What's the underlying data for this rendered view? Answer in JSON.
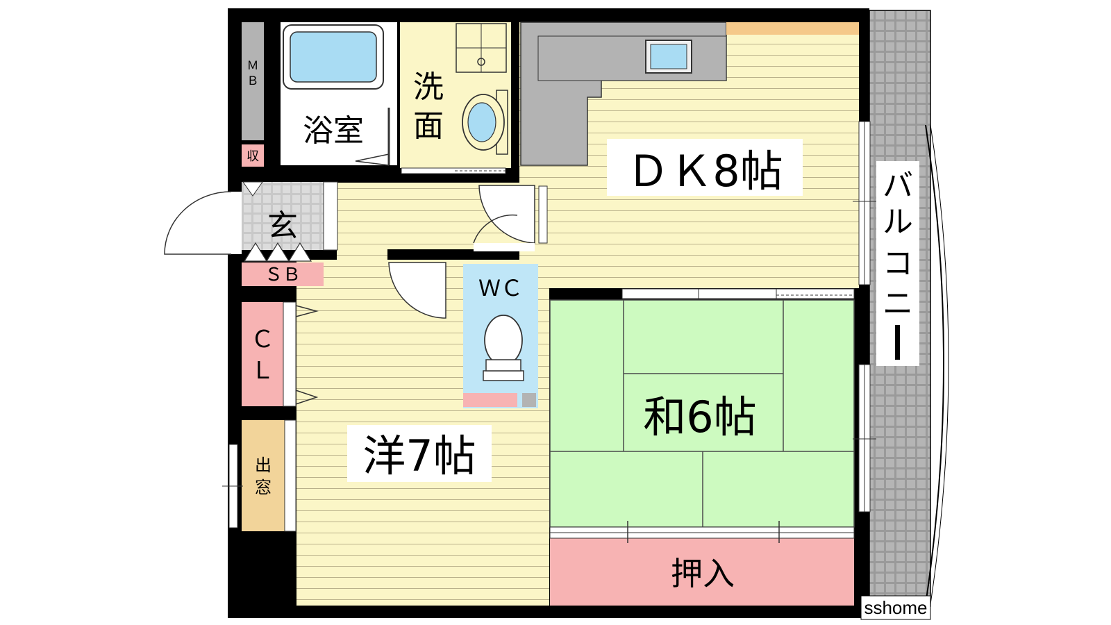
{
  "rooms": {
    "dk": "ＤＫ8帖",
    "western": "洋7帖",
    "japanese": "和6帖",
    "bath": "浴室",
    "washroom_top": "洗",
    "washroom_bottom": "面",
    "wc": "ＷＣ",
    "entrance": "玄",
    "shoe_box": "ＳＢ",
    "closet_top": "Ｃ",
    "closet_bottom": "Ｌ",
    "bay_window_top": "出",
    "bay_window_bottom": "窓",
    "meter_box_top": "Ｍ",
    "meter_box_bottom": "Ｂ",
    "storage": "収",
    "oshiire": "押入",
    "balcony": [
      "バ",
      "ル",
      "コ",
      "ニ",
      "ー"
    ]
  },
  "watermark": "sshome",
  "colors": {
    "wall": "#000000",
    "flooring": "#fbf6c7",
    "flooring_line": "#b8b08a",
    "tatami": "#cdfac0",
    "tatami_line": "#4a4a4a",
    "closet_pink": "#f7b3b3",
    "bath_white": "#ffffff",
    "bathtub_blue": "#a9dcf3",
    "wc_blue": "#bfe6f7",
    "counter_gray": "#b3b3b3",
    "wood_accent": "#f5c98a",
    "bay_window": "#f2d49a",
    "balcony_tile": "#9a9a9a"
  },
  "icons": [
    "bathtub-icon",
    "sink-icon",
    "toilet-icon",
    "kitchen-sink-icon",
    "washer-pan-icon",
    "door-swing-icon",
    "window-icon"
  ]
}
